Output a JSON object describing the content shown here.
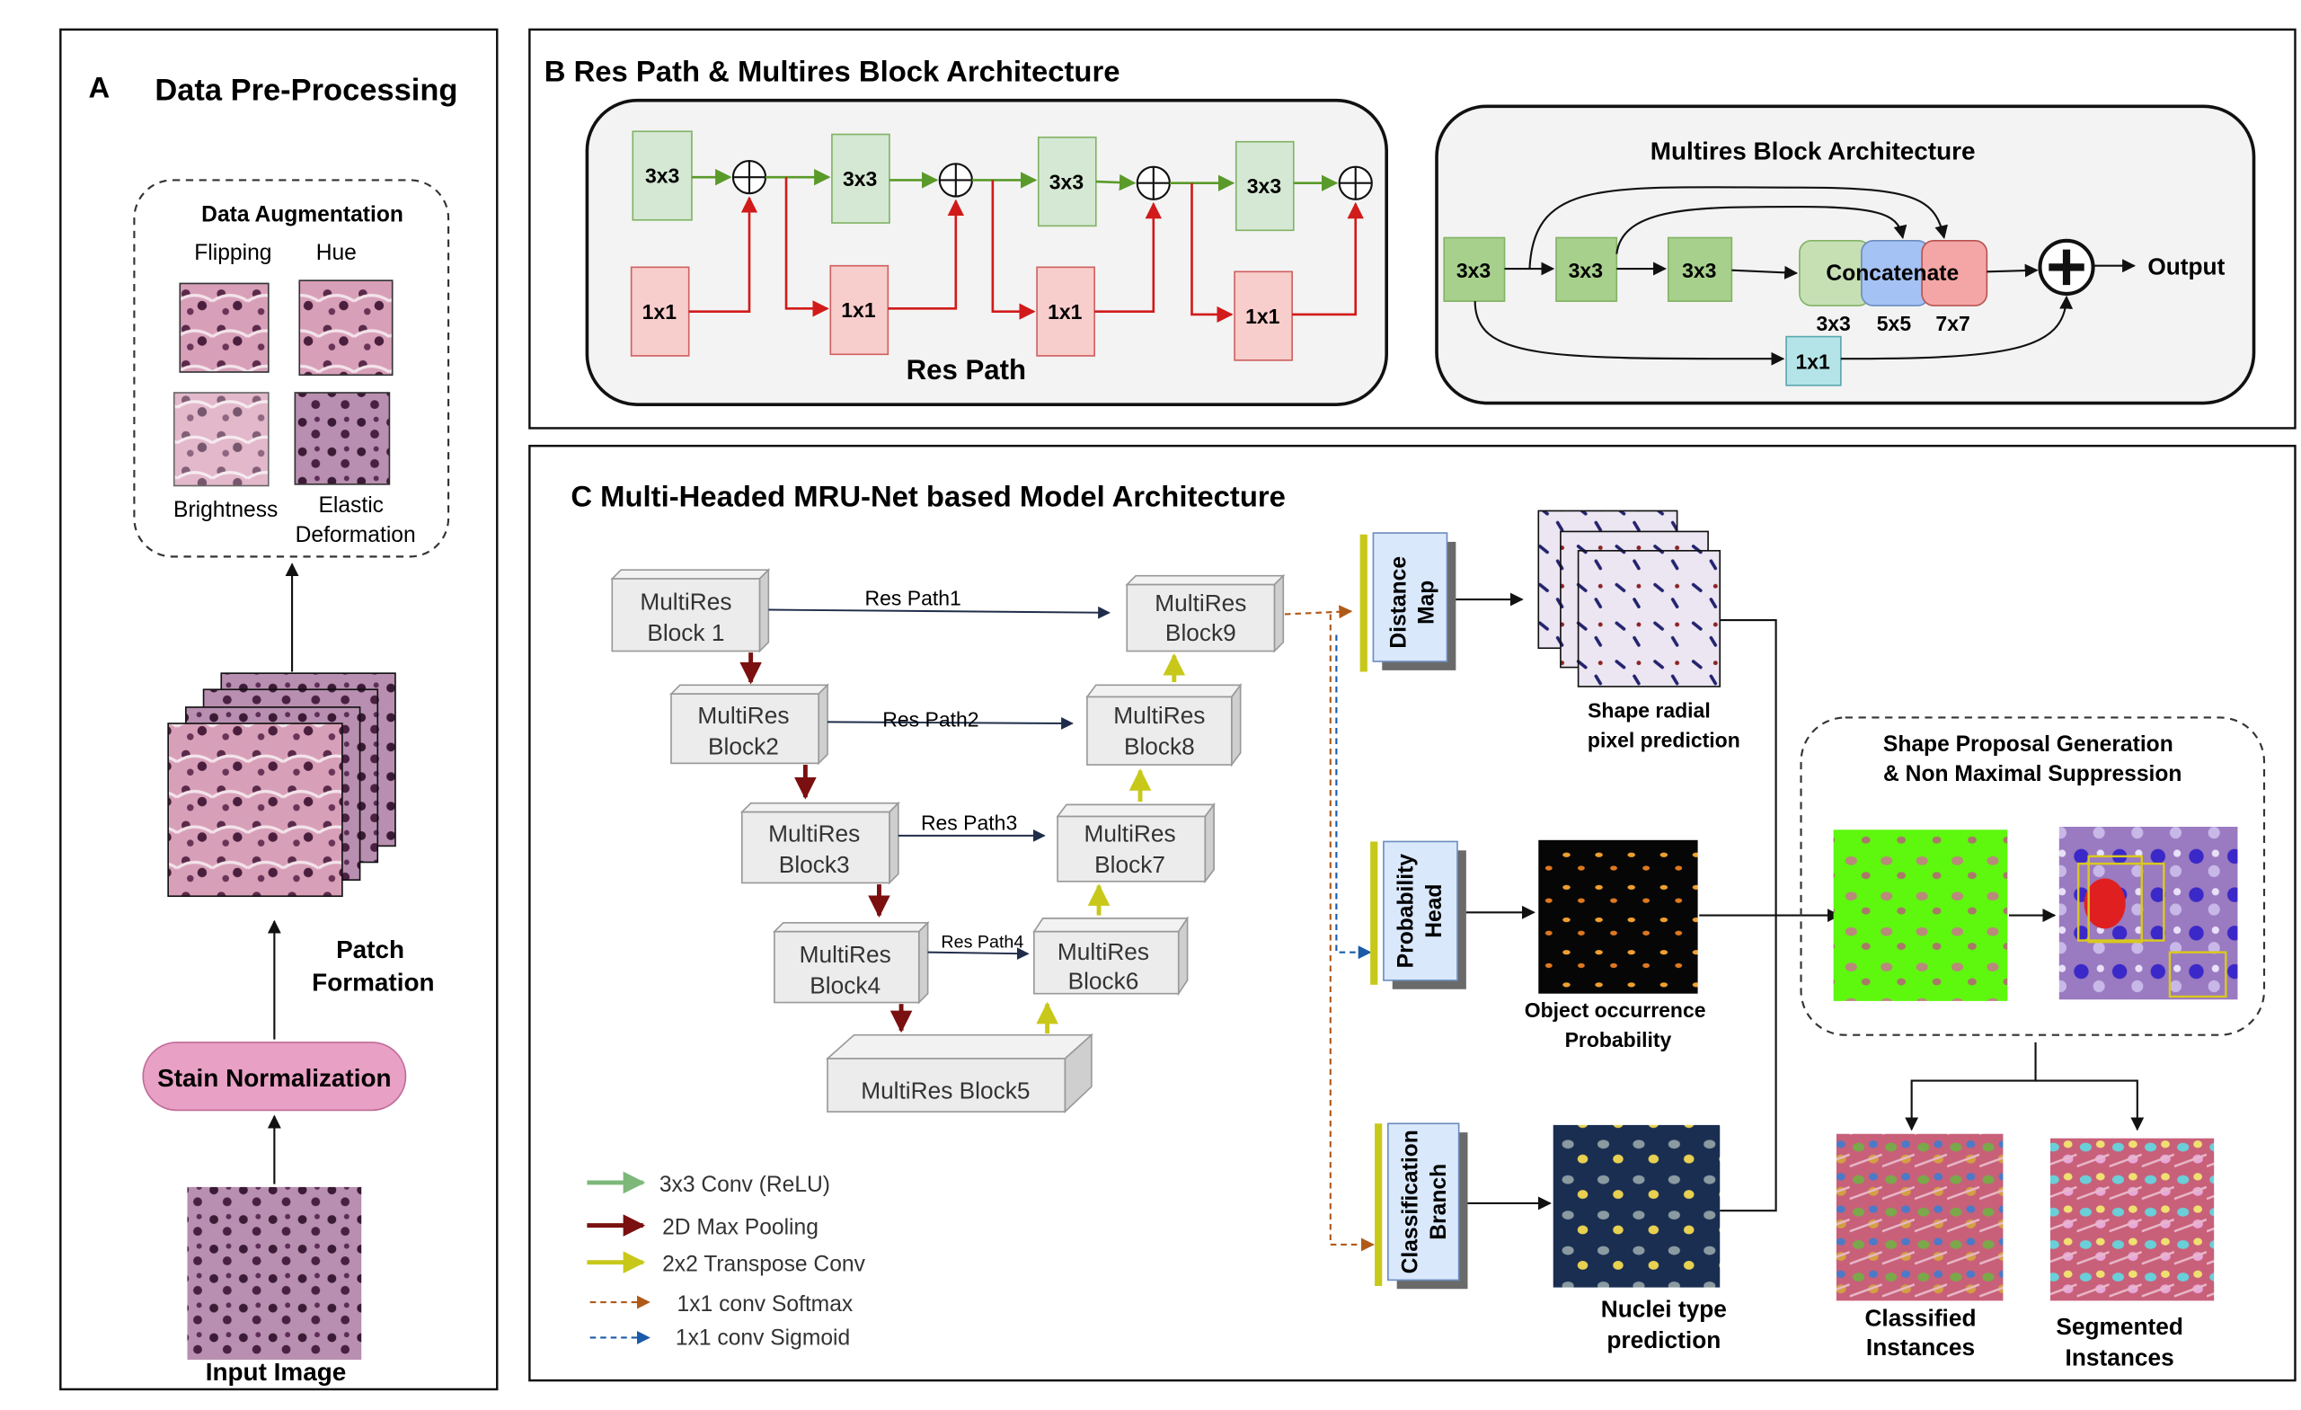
{
  "panel_a": {
    "letter": "A",
    "title": "Data Pre-Processing",
    "augmentation_title": "Data Augmentation",
    "flipping": "Flipping",
    "hue": "Hue",
    "brightness": "Brightness",
    "elastic_1": "Elastic",
    "elastic_2": "Deformation",
    "patch_1": "Patch",
    "patch_2": "Formation",
    "stain_normalization": "Stain Normalization",
    "input_image": "Input Image"
  },
  "panel_b": {
    "title": "B Res Path &  Multires Block Architecture",
    "res_path_label": "Res Path",
    "conv3": "3x3",
    "conv1": "1x1",
    "multires_title": "Multires Block Architecture",
    "concatenate": "Concatenate",
    "k3": "3x3",
    "k5": "5x5",
    "k7": "7x7",
    "output": "Output"
  },
  "panel_c": {
    "title": "C Multi-Headed MRU-Net based Model  Architecture",
    "multires": "MultiRes",
    "block1": "Block 1",
    "block2": "Block2",
    "block3": "Block3",
    "block4": "Block4",
    "block5": "MultiRes Block5",
    "block6": "Block6",
    "block7": "Block7",
    "block8": "Block8",
    "block9": "Block9",
    "res_path1": "Res Path1",
    "res_path2": "Res Path2",
    "res_path3": "Res Path3",
    "res_path4": "Res Path4",
    "distance_1": "Distance",
    "distance_2": "Map",
    "probability_1": "Probability",
    "probability_2": "Head",
    "classification_1": "Classification",
    "classification_2": "Branch",
    "shape_radial_1": "Shape radial",
    "shape_radial_2": "pixel prediction",
    "object_occ_1": "Object occurrence",
    "object_occ_2": "Probability",
    "nuclei_1": "Nuclei type",
    "nuclei_2": "prediction",
    "proposal_1": "Shape Proposal Generation",
    "proposal_2": "& Non Maximal Suppression",
    "classified_1": "Classified",
    "classified_2": "Instances",
    "segmented_1": "Segmented",
    "segmented_2": "Instances",
    "legend_conv": "3x3 Conv (ReLU)",
    "legend_pool": "2D Max Pooling",
    "legend_transpose": "2x2 Transpose Conv",
    "legend_softmax": "1x1 conv Softmax",
    "legend_sigmoid": "1x1 conv Sigmoid"
  },
  "colors": {
    "green_arrow": "#5a9a2a",
    "red_arrow": "#d11a1a",
    "pool_arrow": "#7a1010",
    "transpose_arrow": "#c8c81a",
    "softmax": "#b05a1a",
    "sigmoid": "#1a5aa8",
    "green_box": "#d5e8d4",
    "red_box": "#f8cecc",
    "blue_head": "#dae8fc"
  }
}
